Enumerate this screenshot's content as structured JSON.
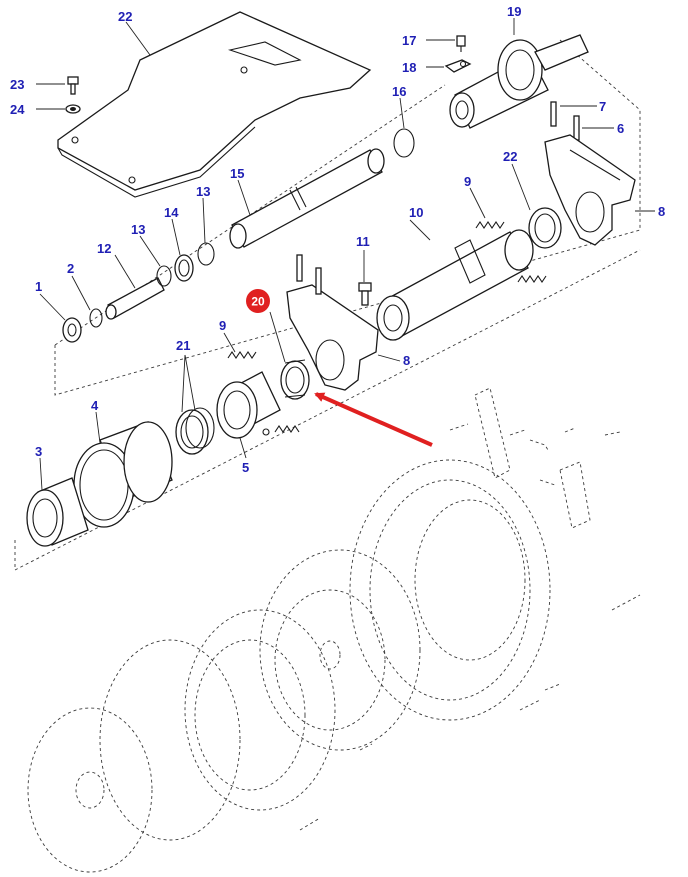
{
  "colors": {
    "label": "#1f1fb4",
    "highlight_badge": "#e02020",
    "arrow": "#e02020",
    "line": "#1a1a1a"
  },
  "labels": {
    "p22_top": "22",
    "p23": "23",
    "p24": "24",
    "p19": "19",
    "p17": "17",
    "p18": "18",
    "p16": "16",
    "p7": "7",
    "p6": "6",
    "p15": "15",
    "p22_right": "22",
    "p9_upper": "9",
    "p8_right": "8",
    "p13_upper": "13",
    "p14": "14",
    "p10": "10",
    "p12": "12",
    "p13_lower": "13",
    "p11": "11",
    "p1": "1",
    "p2": "2",
    "p20": "20",
    "p8_lower": "8",
    "p9_lower": "9",
    "p21": "21",
    "p4": "4",
    "p3": "3",
    "p5": "5"
  },
  "highlighted_part": "20"
}
